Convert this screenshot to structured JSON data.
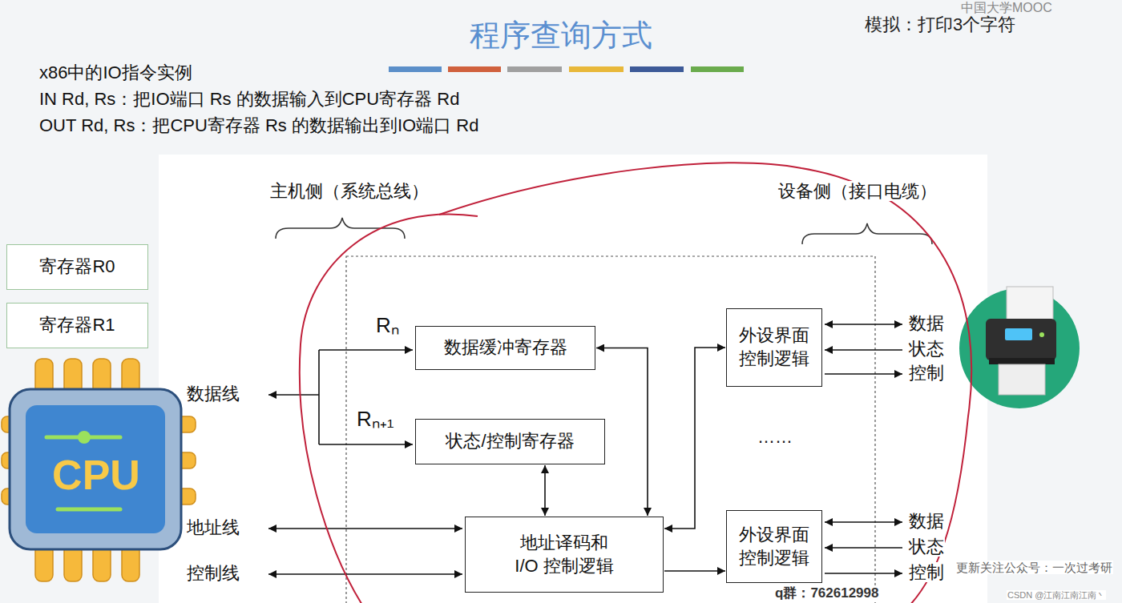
{
  "diagram": {
    "title": "程序查询方式",
    "nodes": [
      {
        "text": [
          "寄存器R0"
        ]
      },
      {
        "text": [
          "寄存器R1"
        ]
      },
      {
        "text": [
          "CPU"
        ]
      },
      {
        "text": [
          "数据缓冲寄存器"
        ]
      },
      {
        "text": [
          "状态/控制寄存器"
        ]
      },
      {
        "text": [
          "地址译码和 I/O 控制逻辑"
        ]
      },
      {
        "text": [
          "外设界面控制逻辑"
        ]
      },
      {
        "text": [
          "外设界面控制逻辑"
        ]
      }
    ],
    "edges": [
      {
        "from": 3,
        "to": 5,
        "arrow": "both"
      },
      {
        "from": 4,
        "to": 5,
        "arrow": "both"
      },
      {
        "from": 5,
        "to": 6,
        "arrow": "both"
      },
      {
        "from": 5,
        "to": 7,
        "arrow": "to"
      }
    ],
    "labels": [
      "模拟：打印3个字符",
      "中国大学MOOC",
      "x86中的IO指令实例",
      "IN Rd, Rs：把IO端口 Rs 的数据输入到CPU寄存器 Rd",
      "OUT Rd, Rs：把CPU寄存器 Rs 的数据输出到IO端口 Rd",
      "主机侧（系统总线）",
      "设备侧（接口电缆）",
      "数据线",
      "地址线",
      "控制线",
      "Rₙ",
      "Rₙ₊₁",
      "数据",
      "状态",
      "控制",
      "……",
      "数据",
      "状态",
      "控制",
      "更新关注公众号：一次过考研",
      "q群：762612998",
      "CSDN @江南江南江南丶"
    ]
  }
}
